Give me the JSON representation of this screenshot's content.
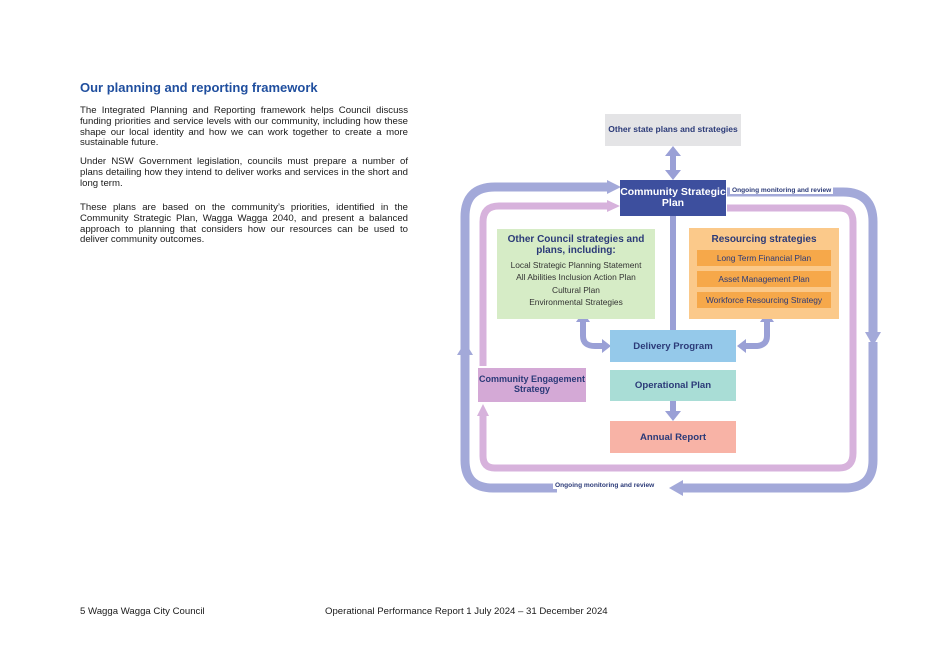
{
  "heading": "Our planning and reporting framework",
  "paragraphs": [
    "The Integrated Planning and Reporting framework helps Council discuss funding priorities and service levels with our community, including how these shape our local identity and how we can work together to create a more sustainable future.",
    "Under NSW Government legislation, councils must prepare a number of plans detailing how they intend to deliver works and services in the short and long term.",
    "These plans are based on the community’s priorities, identified in the Community Strategic Plan, Wagga Wagga 2040, and present a balanced approach to planning that considers how our resources can be used to deliver community outcomes."
  ],
  "diagram": {
    "state_plans": "Other state plans and strategies",
    "csp": "Community Strategic Plan",
    "other_council": {
      "title": "Other Council strategies and plans, including:",
      "items": [
        "Local Strategic Planning Statement",
        "All Abilities Inclusion Action Plan",
        "Cultural Plan",
        "Environmental Strategies"
      ]
    },
    "resourcing": {
      "title": "Resourcing strategies",
      "items": [
        "Long Term Financial Plan",
        "Asset Management Plan",
        "Workforce Resourcing Strategy"
      ]
    },
    "delivery_program": "Delivery Program",
    "engagement": "Community Engagement Strategy",
    "operational_plan": "Operational Plan",
    "annual_report": "Annual Report",
    "loop_label_top": "Ongoing monitoring and review",
    "loop_label_bottom": "Ongoing monitoring and review",
    "colors": {
      "outer_loop": "#a3a9d9",
      "inner_loop": "#d7b2dc",
      "arrow": "#9aa0d6"
    }
  },
  "footer": {
    "left": "5  Wagga Wagga City Council",
    "right": "Operational Performance Report 1 July 2024 – 31 December 2024"
  }
}
